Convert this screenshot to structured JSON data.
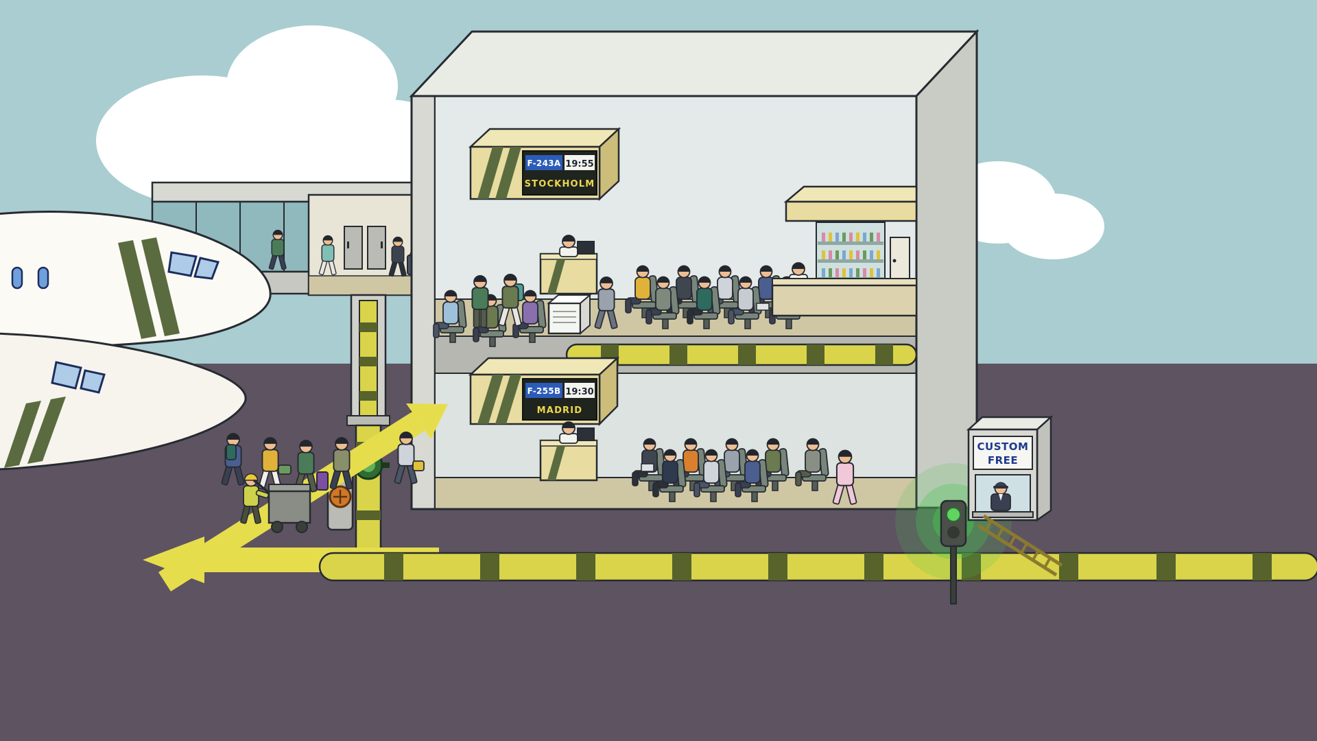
{
  "gates": {
    "upper": {
      "flight_code": "F-243A",
      "departure_time": "19:55",
      "destination": "STOCKHOLM"
    },
    "lower": {
      "flight_code": "F-255B",
      "departure_time": "19:30",
      "destination": "MADRID"
    }
  },
  "customs_booth": {
    "sign_line1": "CUSTOM",
    "sign_line2": "FREE"
  },
  "colors": {
    "sky": "#a9cdd1",
    "cloud": "#ffffff",
    "tarmac": "#5d5361",
    "arrow_yellow": "#e6dd4d",
    "pipe_yellow": "#d9d44a",
    "pipe_green": "#57632b",
    "building_face": "#d7d9d2",
    "building_side": "#c9ccc4",
    "interior_upper": "#e4eae9",
    "interior_lower": "#dde3e1",
    "floor_beige": "#cfc6a4",
    "gate_sign_box": "#e8dca0",
    "gate_sign_black": "#20241e",
    "badge_blue": "#2b5cb8",
    "accent_green": "#5a6b3f",
    "gate_city_text": "#ecd84e",
    "glow_green": "#46c24e",
    "booth_text_blue": "#1d3a8f"
  }
}
